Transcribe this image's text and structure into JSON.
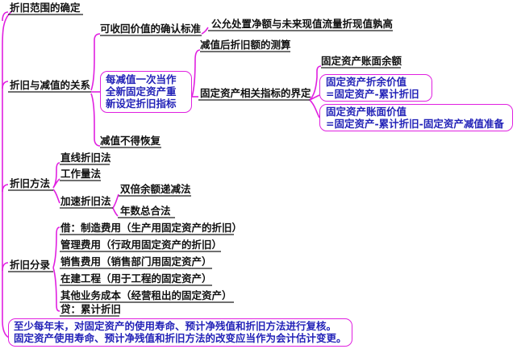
{
  "colors": {
    "branch": "#e020e0",
    "underline": "#1a1a1a",
    "note_text": "#2323b8",
    "text": "#111111"
  },
  "nodes": {
    "scope": "折旧范围的确定",
    "relation": "折旧与减值的关系",
    "recoverable_standard": "可收回价值的确认标准",
    "recoverable_rule": "公允处置净额与未来现值流量折现值孰高",
    "after_impairment_measure": "减值后折旧额的测算",
    "impairment_note": [
      "每减值一次当作",
      "全新固定资产重",
      "新设定折旧指标"
    ],
    "indicator_definition": "固定资产相关指标的界定",
    "book_balance": "固定资产账面余额",
    "net_value_box": [
      "固定资产折余价值",
      "=固定资产-累计折旧"
    ],
    "carrying_value_box": [
      "固定资产账面价值",
      "=固定资产-累计折旧-固定资产减值准备"
    ],
    "no_reversal": "减值不得恢复",
    "methods": "折旧方法",
    "straight_line": "直线折旧法",
    "units_of_production": "工作量法",
    "accelerated": "加速折旧法",
    "ddb": "双倍余额递减法",
    "syd": "年数总合法",
    "allocation": "折旧分录",
    "entries": [
      "借：制造费用（生产用固定资产的折旧）",
      "管理费用（行政用固定资产的折旧）",
      "销售费用（销售部门用固定资产）",
      "在建工程（用于工程的固定资产）",
      "其他业务成本（经营租出的固定资产）",
      "贷：累计折旧"
    ],
    "review_note": [
      "至少每年末，对固定资产的使用寿命、预计净残值和折旧方法进行复核。",
      "固定资产使用寿命、预计净残值和折旧方法的改变应当作为会计估计变更。"
    ]
  }
}
